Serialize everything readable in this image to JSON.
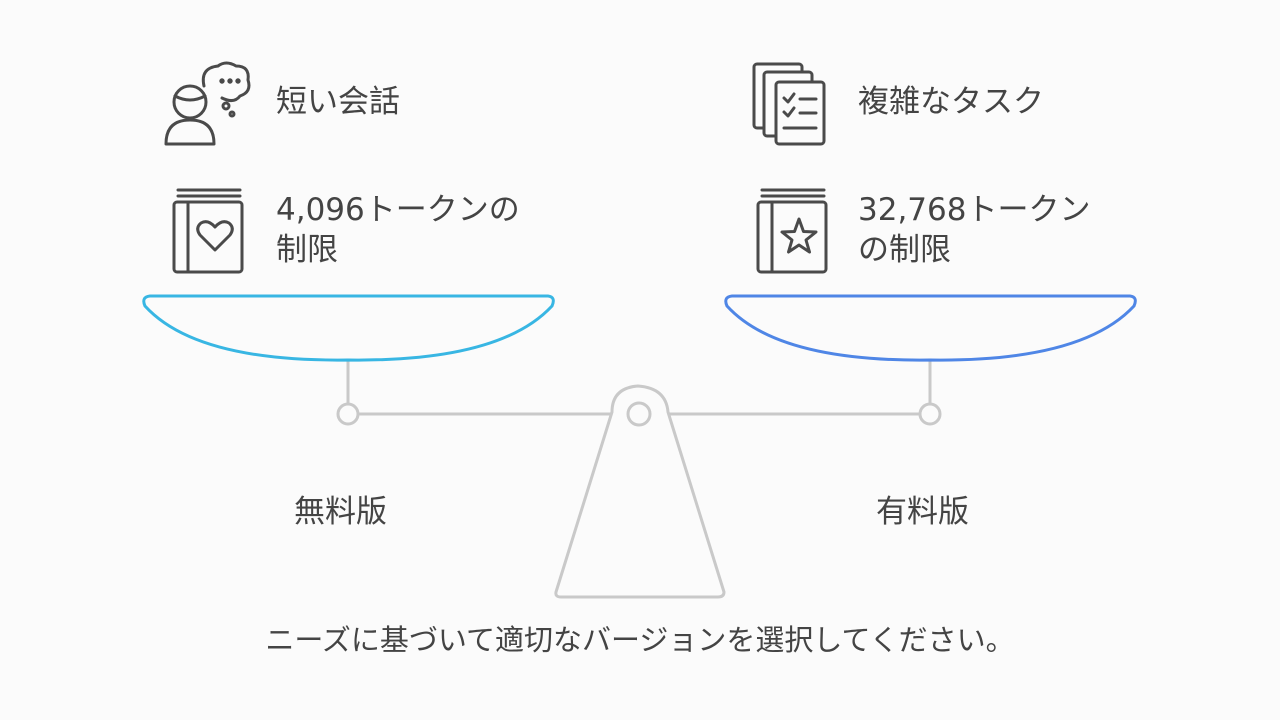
{
  "left": {
    "use_case": "短い会話",
    "limit_line1": "4,096トークンの",
    "limit_line2": "制限",
    "version": "無料版",
    "pan_color": "#38b6e3",
    "icons": {
      "use_case": "person-thinking-icon",
      "limit": "heart-book-icon"
    }
  },
  "right": {
    "use_case": "複雑なタスク",
    "limit_line1": "32,768トークン",
    "limit_line2": "の制限",
    "version": "有料版",
    "pan_color": "#4f86e6",
    "icons": {
      "use_case": "checklist-documents-icon",
      "limit": "star-book-icon"
    }
  },
  "footer": "ニーズに基づいて適切なバージョンを選択してください。",
  "colors": {
    "frame": "#c9c9c9",
    "icon": "#4a4a4a",
    "text": "#444444"
  }
}
